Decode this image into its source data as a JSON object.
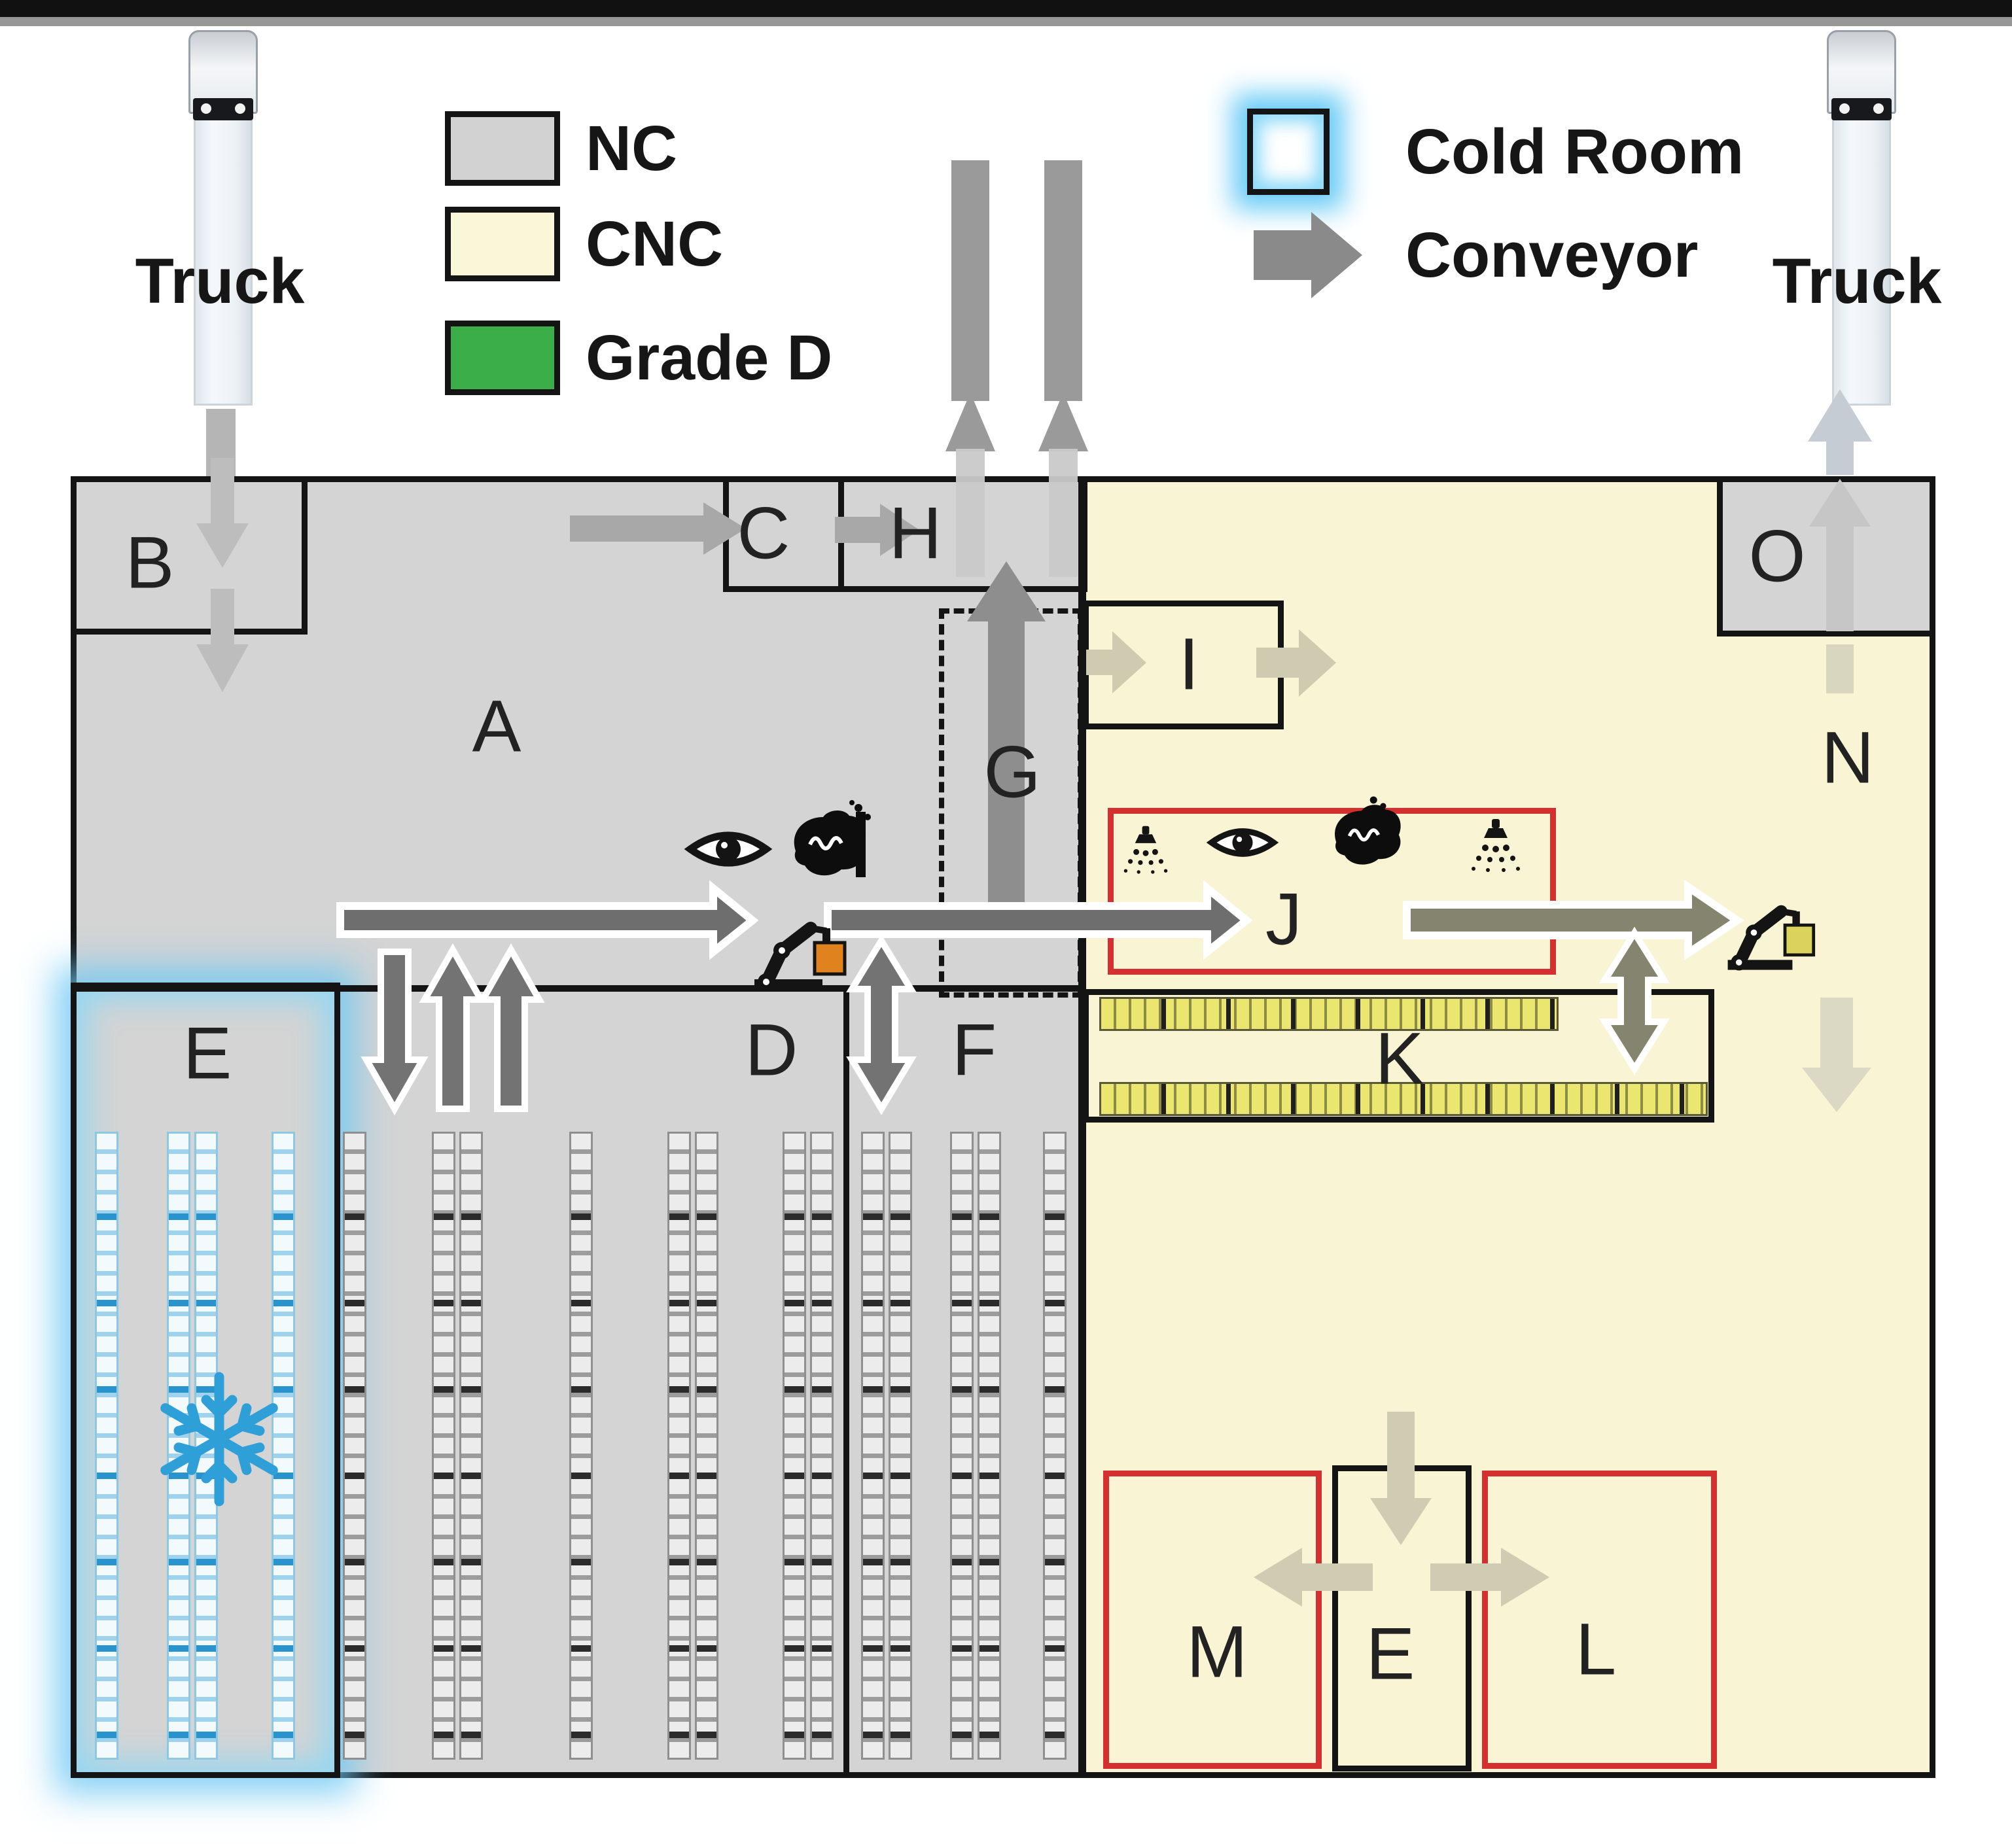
{
  "legend": {
    "areas": [
      {
        "id": "nc",
        "label": "NC",
        "color": "#d2d2d2"
      },
      {
        "id": "cnc",
        "label": "CNC",
        "color": "#faf6d8"
      },
      {
        "id": "grade_d",
        "label": "Grade D",
        "color": "#3cae47"
      }
    ],
    "cold_room_label": "Cold Room",
    "conveyor_label": "Conveyor"
  },
  "trucks": {
    "left_label": "Truck",
    "right_label": "Truck"
  },
  "zones": {
    "a": "A",
    "b": "B",
    "c": "C",
    "d": "D",
    "e": "E",
    "f": "F",
    "g": "G",
    "h": "H",
    "i": "I",
    "j": "J",
    "k": "K",
    "l": "L",
    "m": "M",
    "n": "N",
    "o": "O"
  },
  "icons": {
    "inspection": "eye-icon",
    "mixing": "hand-mixing-icon",
    "spray": "spray-icon",
    "robot": "robot-arm-icon",
    "snowflake": "snowflake-icon"
  },
  "colors": {
    "nc_fill": "#d4d4d4",
    "cnc_fill": "#f8f4d4",
    "grade_d": "#3cae47",
    "cold_glow": "#6ec8f3",
    "red_outline": "#d53030",
    "conveyor_dark": "#6e6e6e",
    "conveyor_olive": "#85846e",
    "wall": "#141414"
  }
}
